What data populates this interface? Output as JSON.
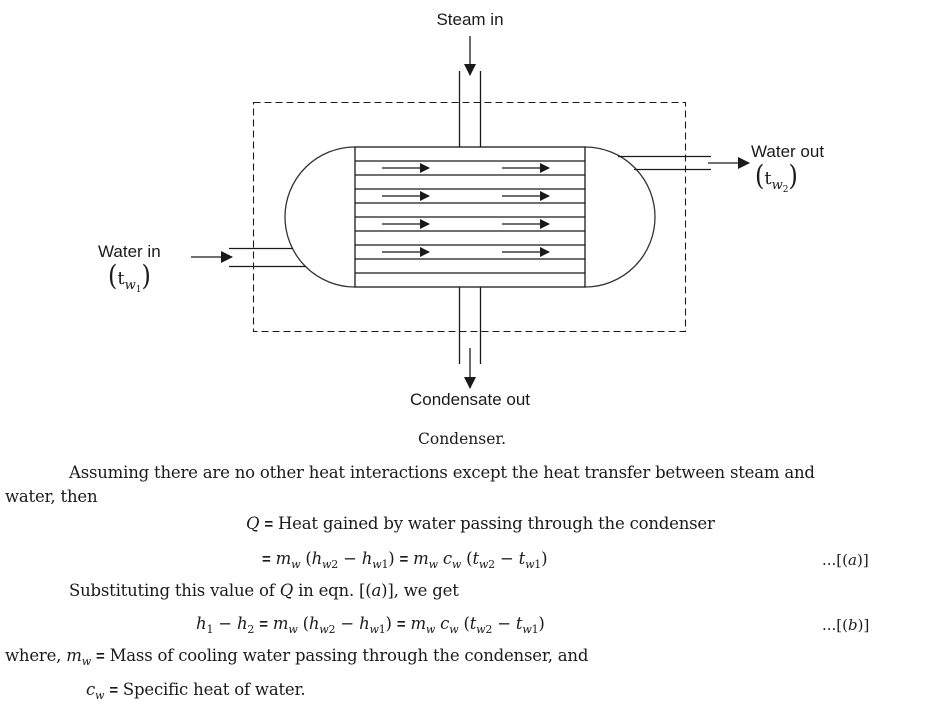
{
  "figure": {
    "labels": {
      "steam_in": "Steam in",
      "water_out": "Water out",
      "water_in": "Water in",
      "condensate_out": "Condensate out",
      "water_out_temp": {
        "symbol": "t",
        "sub": "w",
        "subsub": "2"
      },
      "water_in_temp": {
        "symbol": "t",
        "sub": "w",
        "subsub": "1"
      }
    },
    "caption": "Condenser.",
    "tube_count": 4,
    "arrows_per_tube": 2
  },
  "text": {
    "para1_line1": "Assuming there are no other heat interactions except the heat transfer between steam and",
    "para1_line2": "water, then",
    "q_def": {
      "lhs": "Q",
      "eq": "=",
      "rhs": "Heat gained by water passing through the condenser"
    },
    "eq_a": {
      "eq": "=",
      "m": "m",
      "w": "w",
      "h": "h",
      "c": "c",
      "t": "t",
      "minus": "−",
      "tag_prefix": "...[(",
      "tag_letter": "a",
      "tag_suffix": ")]"
    },
    "para2_pre": "Substituting this value of",
    "para2_q": "Q",
    "para2_mid": "in eqn. [(",
    "para2_a": "a",
    "para2_post": ")], we get",
    "eq_b": {
      "lhs_h": "h",
      "one": "1",
      "two": "2",
      "tag_prefix": "...[(",
      "tag_letter": "b",
      "tag_suffix": ")]"
    },
    "where_prefix": "where,",
    "where_mw_def": "Mass of cooling water passing through the condenser, and",
    "where_cw_def": "Specific heat of water."
  }
}
